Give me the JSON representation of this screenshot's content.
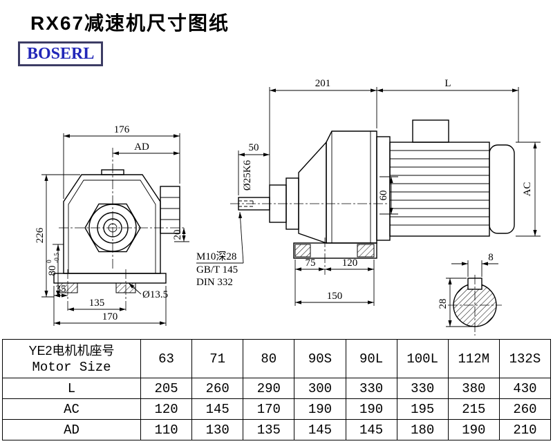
{
  "page": {
    "title": "RX67减速机尺寸图纸",
    "logo_text": "BOSERL"
  },
  "dims": {
    "front": {
      "w176": "176",
      "ad": "AD",
      "h226": "226",
      "h80": "80",
      "h80_tol_upper": "0",
      "h80_tol_lower": "-0.5",
      "h20": "20",
      "w35": "35",
      "w135": "135",
      "w170": "170",
      "hole_dia": "Ø13.5"
    },
    "side": {
      "w201": "201",
      "motor_len": "L",
      "w50": "50",
      "shaft_dia": "Ø25K6",
      "h60": "60",
      "motor_dia": "AC",
      "tap_line1": "M10深28",
      "tap_line2": "GB/T 145",
      "tap_line3": "DIN 332",
      "w75": "75",
      "w120": "120",
      "w150": "150"
    },
    "section": {
      "key_w": "8",
      "key_h": "28"
    }
  },
  "table": {
    "header_cn": "YE2电机机座号",
    "header_en": "Motor Size",
    "sizes": [
      "63",
      "71",
      "80",
      "90S",
      "90L",
      "100L",
      "112M",
      "132S"
    ],
    "rows": [
      {
        "label": "L",
        "values": [
          "205",
          "260",
          "290",
          "300",
          "330",
          "330",
          "380",
          "430"
        ]
      },
      {
        "label": "AC",
        "values": [
          "120",
          "145",
          "170",
          "190",
          "190",
          "195",
          "215",
          "260"
        ]
      },
      {
        "label": "AD",
        "values": [
          "110",
          "130",
          "135",
          "145",
          "145",
          "180",
          "190",
          "210"
        ]
      }
    ]
  }
}
